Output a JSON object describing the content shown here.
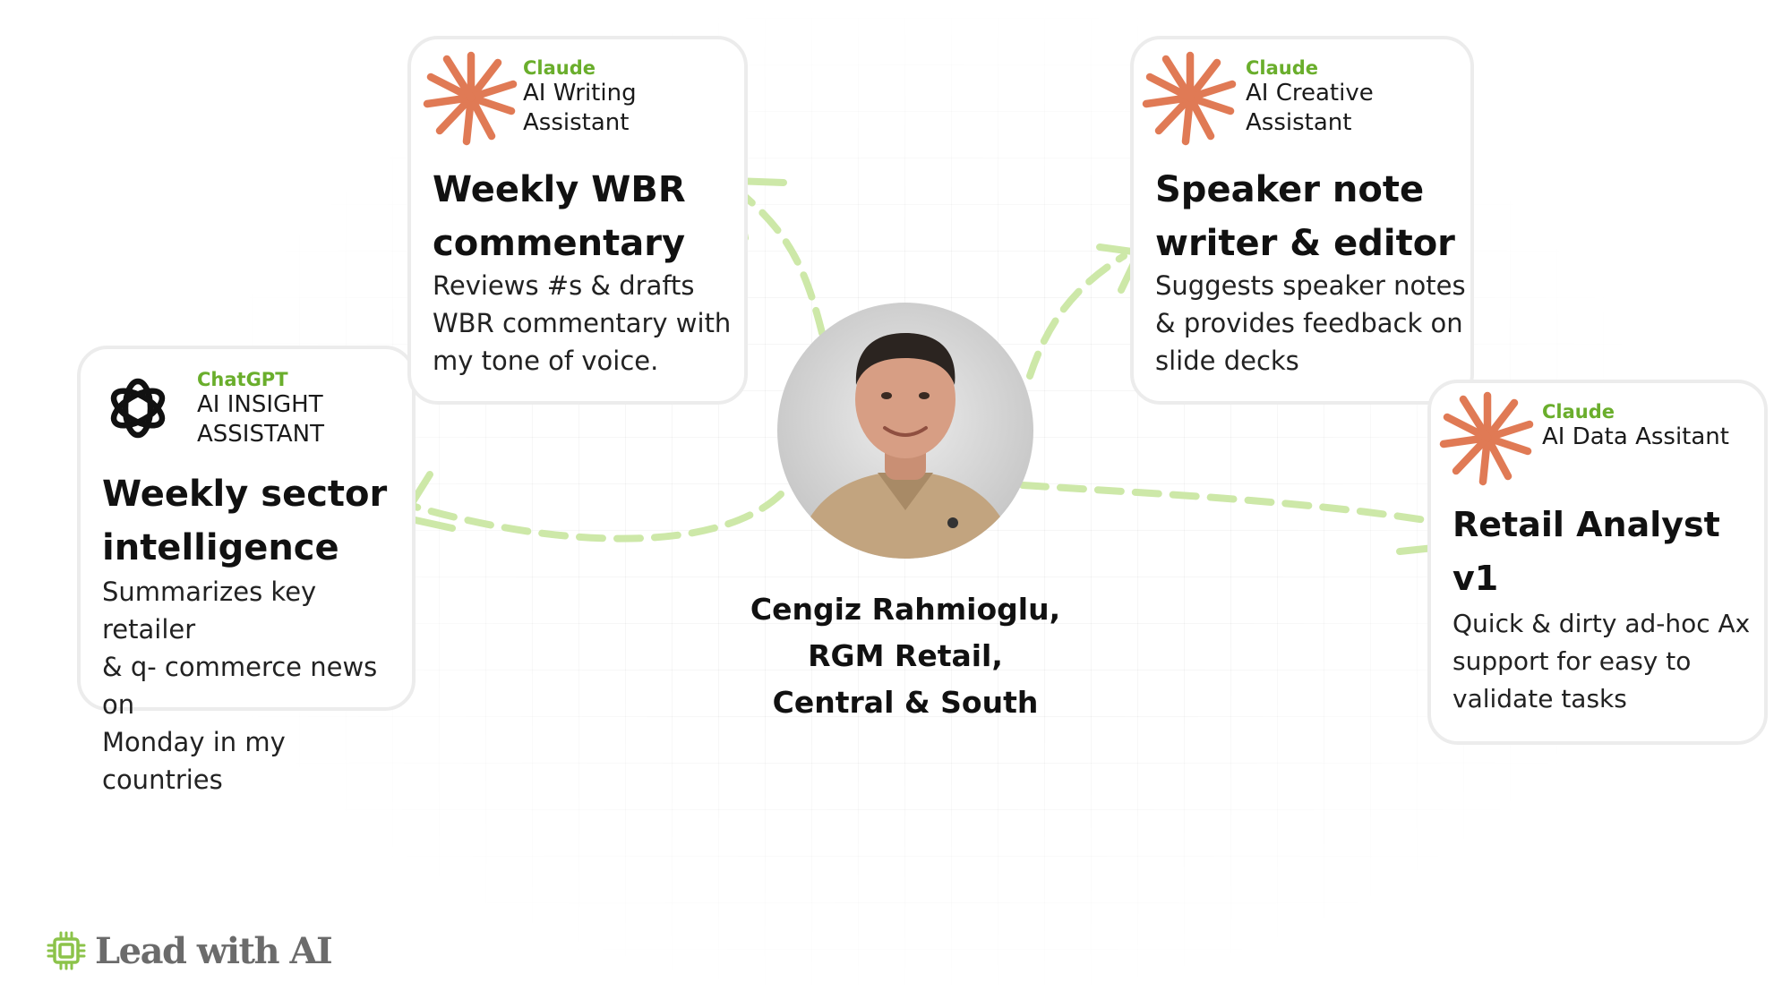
{
  "cards": [
    {
      "id": "chatgpt",
      "provider": "ChatGPT",
      "role_lines": [
        "AI INSIGHT",
        "ASSISTANT"
      ],
      "title_lines": [
        "Weekly sector",
        "intelligence"
      ],
      "desc_lines": [
        "Summarizes key retailer",
        "& q- commerce news on",
        "Monday in my countries"
      ],
      "icon": "openai-logo-icon"
    },
    {
      "id": "writing",
      "provider": "Claude",
      "role_lines": [
        "AI Writing Assistant"
      ],
      "title_lines": [
        "Weekly WBR",
        "commentary"
      ],
      "desc_lines": [
        "Reviews #s & drafts",
        "WBR commentary with",
        "my tone of voice."
      ],
      "icon": "claude-starburst-icon"
    },
    {
      "id": "creative",
      "provider": "Claude",
      "role_lines": [
        "AI Creative Assistant"
      ],
      "title_lines": [
        "Speaker note",
        "writer & editor"
      ],
      "desc_lines": [
        "Suggests speaker notes",
        "& provides feedback on",
        "slide decks"
      ],
      "icon": "claude-starburst-icon"
    },
    {
      "id": "data",
      "provider": "Claude",
      "role_lines": [
        "AI Data Assitant"
      ],
      "title_lines": [
        "Retail Analyst v1"
      ],
      "desc_lines": [
        "Quick & dirty ad-hoc Ax",
        "support for easy to",
        "validate tasks"
      ],
      "icon": "claude-starburst-icon"
    }
  ],
  "person": {
    "name_lines": [
      "Cengiz Rahmioglu,",
      "RGM Retail,",
      "Central & South"
    ]
  },
  "brand": {
    "name": "Lead with AI",
    "icon": "chip-icon"
  },
  "colors": {
    "claude_orange": "#e07a55",
    "provider_green": "#6aae2c",
    "arrow_green": "#cde8a8",
    "card_border": "#ececec"
  }
}
